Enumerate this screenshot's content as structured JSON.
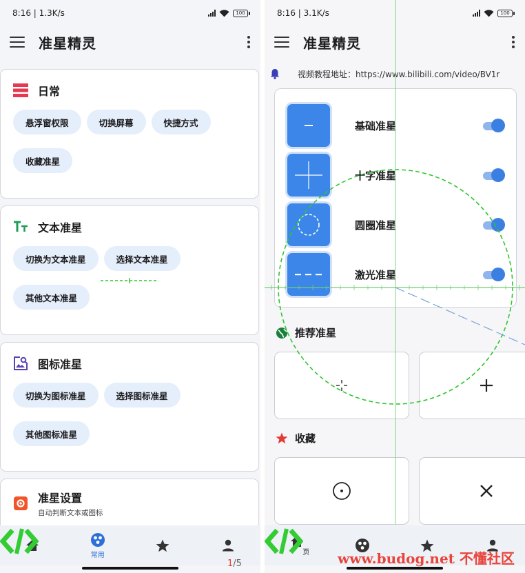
{
  "left": {
    "status": {
      "time": "8:16 | 1.3K/s",
      "battery": "100"
    },
    "appbar": {
      "title": "准星精灵"
    },
    "cards": [
      {
        "title": "日常",
        "icon": "layers-icon",
        "chips": [
          "悬浮窗权限",
          "切换屏幕",
          "快捷方式",
          "收藏准星"
        ]
      },
      {
        "title": "文本准星",
        "icon": "text-format-icon",
        "chips": [
          "切换为文本准星",
          "选择文本准星",
          "其他文本准星"
        ]
      },
      {
        "title": "图标准星",
        "icon": "image-search-icon",
        "chips": [
          "切换为图标准星",
          "选择图标准星",
          "其他图标准星"
        ]
      },
      {
        "title": "准星设置",
        "subtitle": "自动判断文本或图标",
        "icon": "settings-icon"
      }
    ],
    "nav": [
      {
        "label": "",
        "icon": "home-icon"
      },
      {
        "label": "常用",
        "icon": "apps-icon",
        "active": true
      },
      {
        "label": "",
        "icon": "star-icon"
      },
      {
        "label": "",
        "icon": "person-icon"
      }
    ],
    "page_indicator": {
      "current": "1",
      "total": "/5"
    }
  },
  "right": {
    "status": {
      "time": "8:16 | 3.1K/s",
      "battery": "100"
    },
    "appbar": {
      "title": "准星精灵"
    },
    "notice": "视频教程地址：https://www.bilibili.com/video/BV1r",
    "crosshairs": [
      {
        "label": "基础准星",
        "icon": "dash-icon",
        "enabled": true
      },
      {
        "label": "十字准星",
        "icon": "crosshair-plus-icon",
        "enabled": true
      },
      {
        "label": "圆圈准星",
        "icon": "dashed-circle-icon",
        "enabled": true
      },
      {
        "label": "激光准星",
        "icon": "laser-dashes-icon",
        "enabled": true
      }
    ],
    "recommended": {
      "title": "推荐准星",
      "icon": "globe-icon"
    },
    "favorites": {
      "title": "收藏",
      "icon": "star-icon"
    },
    "nav_label_partial": "页",
    "nav": [
      {
        "icon": "home-icon"
      },
      {
        "icon": "apps-icon"
      },
      {
        "icon": "star-icon"
      },
      {
        "icon": "person-icon"
      }
    ]
  },
  "watermark": {
    "text": "www.budog.net 不懂社区"
  },
  "colors": {
    "accent": "#3b86e8",
    "chip_bg": "#e5eefb",
    "red": "#e53935",
    "green_overlay": "#2ec52e"
  }
}
